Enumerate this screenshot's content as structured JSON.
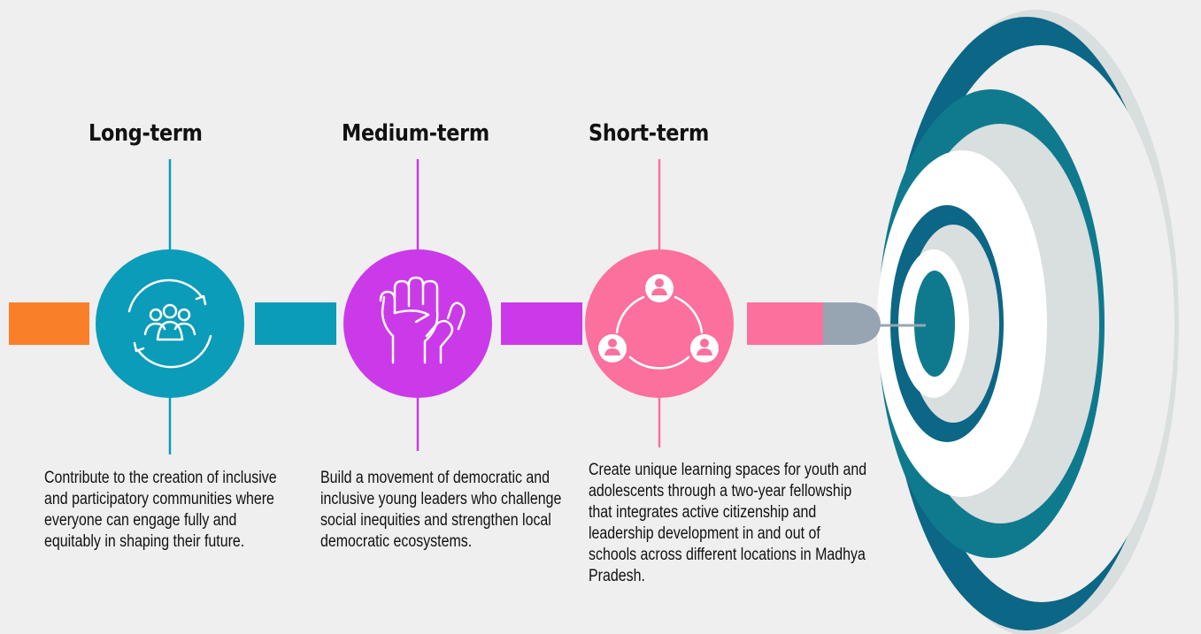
{
  "stages": [
    {
      "title": "Long-term",
      "description": "Contribute to the creation of inclusive and participatory communities where everyone can engage fully and equitably in shaping their future.",
      "icon": "community-cycle-icon",
      "color": "#0a9cb8"
    },
    {
      "title": "Medium-term",
      "description": "Build a movement of democratic and inclusive young leaders who challenge social inequities and strengthen local democratic ecosystems.",
      "icon": "raised-fist-icon",
      "color": "#cb3ae8"
    },
    {
      "title": "Short-term",
      "description": "Create unique learning spaces for youth and adolescents through a two-year fellowship that integrates active citizenship and leadership development in and out of schools across different locations in Madhya Pradesh.",
      "icon": "network-people-icon",
      "color": "#fb709c"
    }
  ],
  "arrow_tail_color": "#fa7f29",
  "arrow_tip_color": "#97a5b2",
  "target_colors": [
    "#0c6686",
    "#0f7a8d",
    "#ffffff",
    "#d9dede"
  ],
  "target_icon": "bullseye-target-icon"
}
